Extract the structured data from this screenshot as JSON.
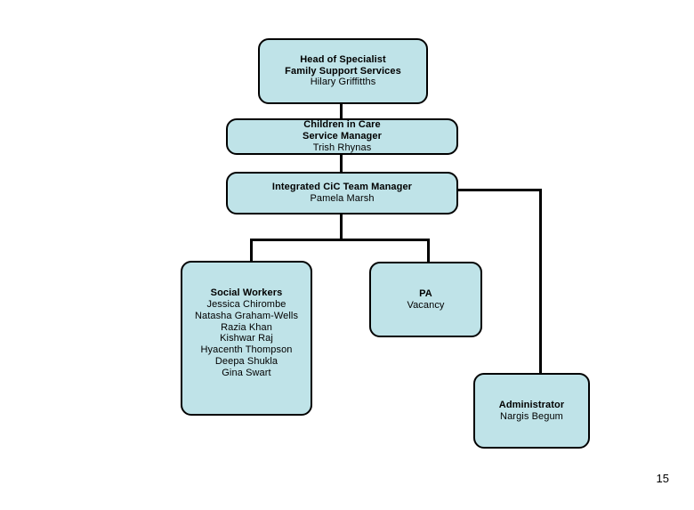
{
  "page": {
    "number": "15",
    "background_color": "#ffffff"
  },
  "theme": {
    "node_fill": "#bfe3e8",
    "node_border": "#000000",
    "connector_color": "#000000",
    "text_color": "#000000"
  },
  "chart_data": {
    "type": "diagram",
    "title": "",
    "layout": "org-chart",
    "nodes": [
      {
        "id": "head",
        "title": "Head of Specialist",
        "title_line2": "Family Support Services",
        "person": "Hilary Griffitths",
        "level": 0
      },
      {
        "id": "service-manager",
        "title": "Children in Care",
        "title_line2": "Service Manager",
        "person": "Trish Rhynas",
        "level": 1
      },
      {
        "id": "team-manager",
        "title": "Integrated CiC Team Manager",
        "title_line2": "",
        "person": "Pamela Marsh",
        "level": 2
      },
      {
        "id": "social-workers",
        "title": "Social Workers",
        "title_line2": "",
        "people": [
          "Jessica Chirombe",
          "Natasha Graham-Wells",
          "Razia Khan",
          "Kishwar Raj",
          "Hyacenth Thompson",
          "Deepa Shukla",
          "Gina Swart"
        ],
        "level": 3
      },
      {
        "id": "pa",
        "title": "PA",
        "title_line2": "",
        "person": "Vacancy",
        "level": 3
      },
      {
        "id": "administrator",
        "title": "Administrator",
        "title_line2": "",
        "person": "Nargis Begum",
        "level": 3
      }
    ],
    "edges": [
      {
        "from": "head",
        "to": "service-manager"
      },
      {
        "from": "service-manager",
        "to": "team-manager"
      },
      {
        "from": "team-manager",
        "to": "social-workers"
      },
      {
        "from": "team-manager",
        "to": "pa"
      },
      {
        "from": "team-manager",
        "to": "administrator"
      }
    ]
  }
}
